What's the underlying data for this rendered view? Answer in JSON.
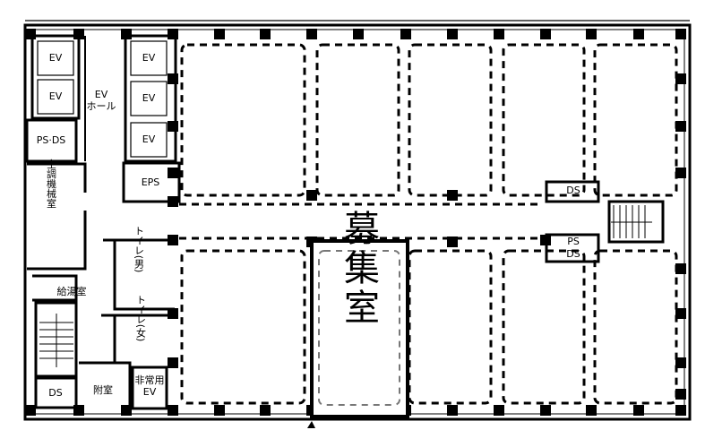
{
  "floor_plan": {
    "rooms": {
      "ev": "EV",
      "ev_hall_line1": "EV",
      "ev_hall_line2": "ホール",
      "ps_ds": "PS·DS",
      "eps": "EPS",
      "ac_machine_room": "空調機械室",
      "kitchenette": "給湯室",
      "toilet_men": "トイレ(男)",
      "toilet_women": "トイレ(女)",
      "ds": "DS",
      "vestibule": "附室",
      "emergency_ev_line1": "非常用",
      "emergency_ev_line2": "EV",
      "right_ds": "DS",
      "right_ps_line1": "PS",
      "right_ps_line2": "DS",
      "recruiting_room": "募集室"
    }
  }
}
